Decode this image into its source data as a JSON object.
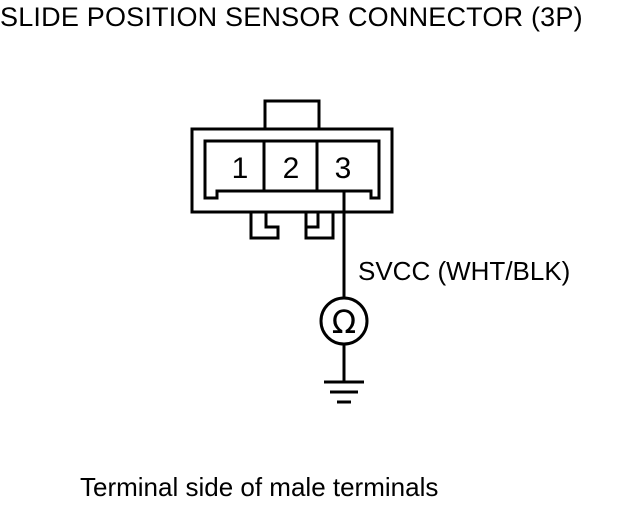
{
  "title": "SLIDE POSITION SENSOR CONNECTOR (3P)",
  "connector": {
    "pins": [
      "1",
      "2",
      "3"
    ]
  },
  "wire_label": "SVCC (WHT/BLK)",
  "meter_symbol": "Ω",
  "icons": {
    "meter": "ohmmeter-icon",
    "ground": "ground-icon"
  },
  "caption": "Terminal side of male terminals"
}
